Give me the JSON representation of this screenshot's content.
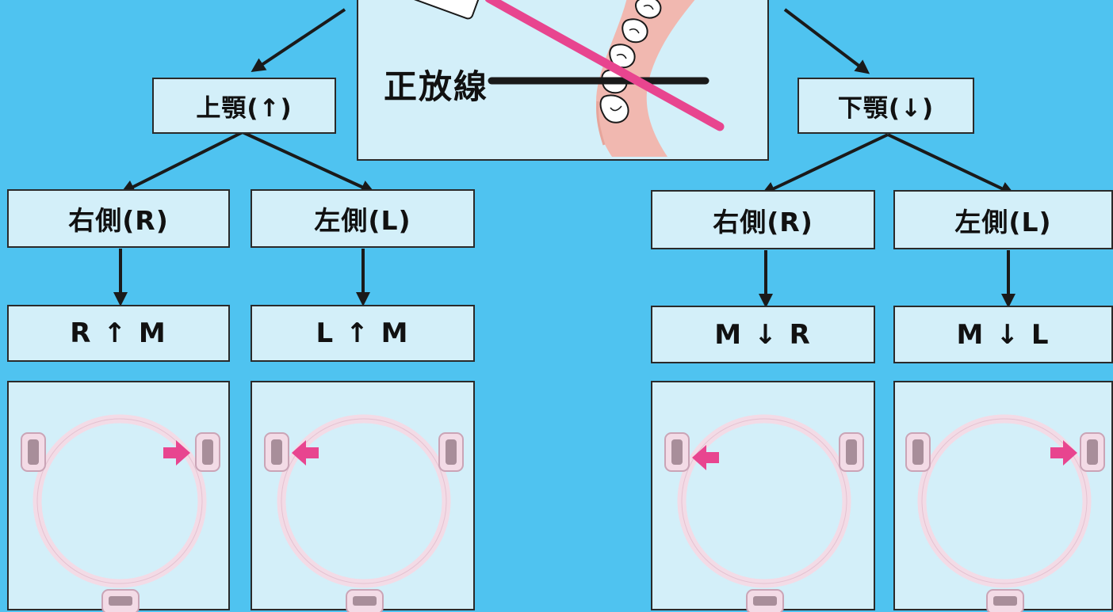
{
  "xray_panel": {
    "label": "正放線"
  },
  "upper": {
    "jaw_label": "上顎(↑)",
    "right": {
      "side_label": "右側(R)",
      "code": [
        "R",
        "↑",
        "M"
      ]
    },
    "left": {
      "side_label": "左側(L)",
      "code": [
        "L",
        "↑",
        "M"
      ]
    }
  },
  "lower": {
    "jaw_label": "下顎(↓)",
    "right": {
      "side_label": "右側(R)",
      "code": [
        "M",
        "↓",
        "R"
      ]
    },
    "left": {
      "side_label": "左側(L)",
      "code": [
        "M",
        "↓",
        "L"
      ]
    }
  },
  "colors": {
    "background": "#4fc3f0",
    "box_fill": "#d3eff9",
    "arrow_pink": "#e8458f",
    "ring_pink": "#f3dbe6"
  }
}
